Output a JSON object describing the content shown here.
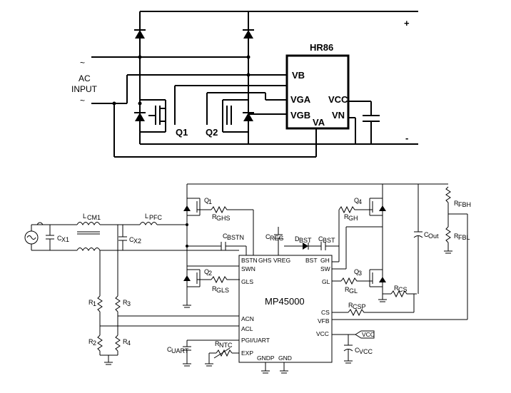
{
  "top": {
    "ic": "HR86",
    "vb": "VB",
    "vga": "VGA",
    "vgb": "VGB",
    "va": "VA",
    "vcc": "VCC",
    "vn": "VN",
    "plus": "+",
    "minus": "-",
    "ac1": "AC",
    "ac2": "INPUT",
    "tilde1": "~",
    "tilde2": "~",
    "q1": "Q1",
    "q2": "Q2"
  },
  "bottom": {
    "chip": "MP45000",
    "pins": {
      "bstn": "BSTN",
      "ghs": "GHS",
      "vreg": "VREG",
      "bst": "BST",
      "gh": "GH",
      "swn": "SWN",
      "sw": "SW",
      "gls": "GLS",
      "gl": "GL",
      "cs": "CS",
      "vfb": "VFB",
      "acn": "ACN",
      "acl": "ACL",
      "pgi": "PGI/UART",
      "vccpin": "VCC",
      "exp": "EXP",
      "gndp": "GNDP",
      "gnd": "GND"
    },
    "labels": {
      "lcm": "L",
      "lcm_sub": "CM1",
      "lpfc": "L",
      "lpfc_sub": "PFC",
      "cx1": "C",
      "cx1_sub": "X1",
      "cx2": "C",
      "cx2_sub": "X2",
      "r1": "R",
      "r1_sub": "1",
      "r2": "R",
      "r2_sub": "2",
      "r3": "R",
      "r3_sub": "3",
      "r4": "R",
      "r4_sub": "4",
      "q1": "Q",
      "q1_sub": "1",
      "q2": "Q",
      "q2_sub": "2",
      "q3": "Q",
      "q3_sub": "3",
      "q4": "Q",
      "q4_sub": "4",
      "rghs": "R",
      "rghs_sub": "GHS",
      "rgls": "R",
      "rgls_sub": "GLS",
      "rgh": "R",
      "rgh_sub": "GH",
      "rgl": "R",
      "rgl_sub": "GL",
      "cbstn": "C",
      "cbstn_sub": "BSTN",
      "creg": "C",
      "creg_sub": "REG",
      "dbst": "D",
      "dbst_sub": "BST",
      "cbst": "C",
      "cbst_sub": "BST",
      "cout": "C",
      "cout_sub": "Out",
      "rfbh": "R",
      "rfbh_sub": "FBH",
      "rfbl": "R",
      "rfbl_sub": "FBL",
      "rcs": "R",
      "rcs_sub": "CS",
      "rcsp": "R",
      "rcsp_sub": "CSP",
      "cuart": "C",
      "cuart_sub": "UART",
      "rntc": "R",
      "rntc_sub": "NTC",
      "cvcc": "C",
      "cvcc_sub": "VCC",
      "vcctag": "VCC"
    }
  }
}
